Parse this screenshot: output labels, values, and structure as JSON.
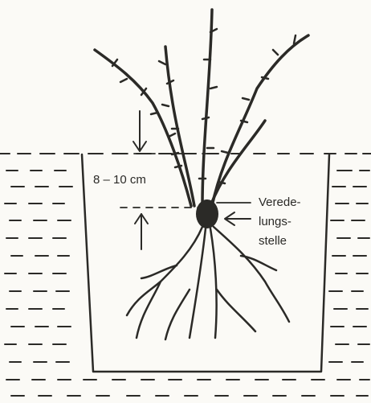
{
  "diagram": {
    "measure_label": "8 – 10 cm",
    "graft_label_lines": [
      "Veredе-",
      "lungs-",
      "stelle"
    ]
  }
}
